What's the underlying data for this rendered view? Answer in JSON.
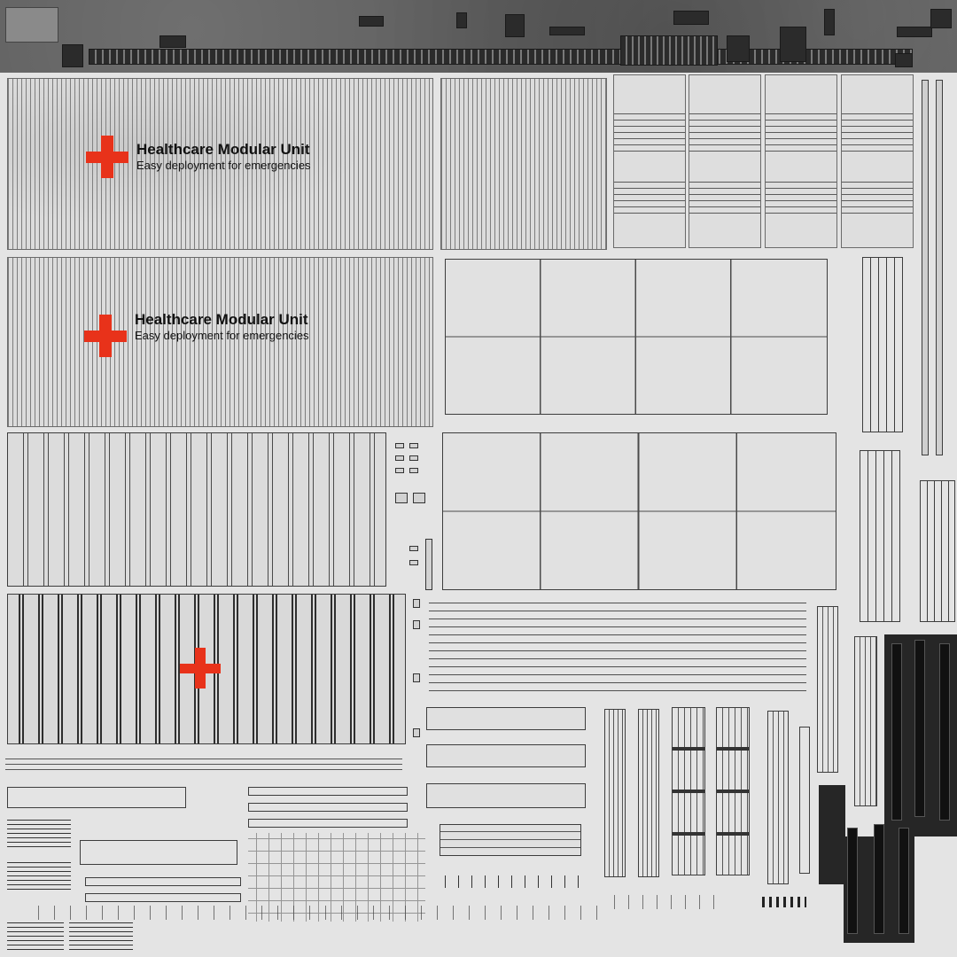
{
  "signs": [
    {
      "title": "Healthcare Modular Unit",
      "subtitle": "Easy deployment for emergencies"
    },
    {
      "title": "Healthcare Modular Unit",
      "subtitle": "Easy deployment for emergencies"
    }
  ],
  "colors": {
    "cross": "#e8321a",
    "background": "#e4e4e4",
    "top_strip": "#5f5f5f",
    "dark_region": "#262626"
  },
  "icons": [
    "red-cross-icon"
  ]
}
